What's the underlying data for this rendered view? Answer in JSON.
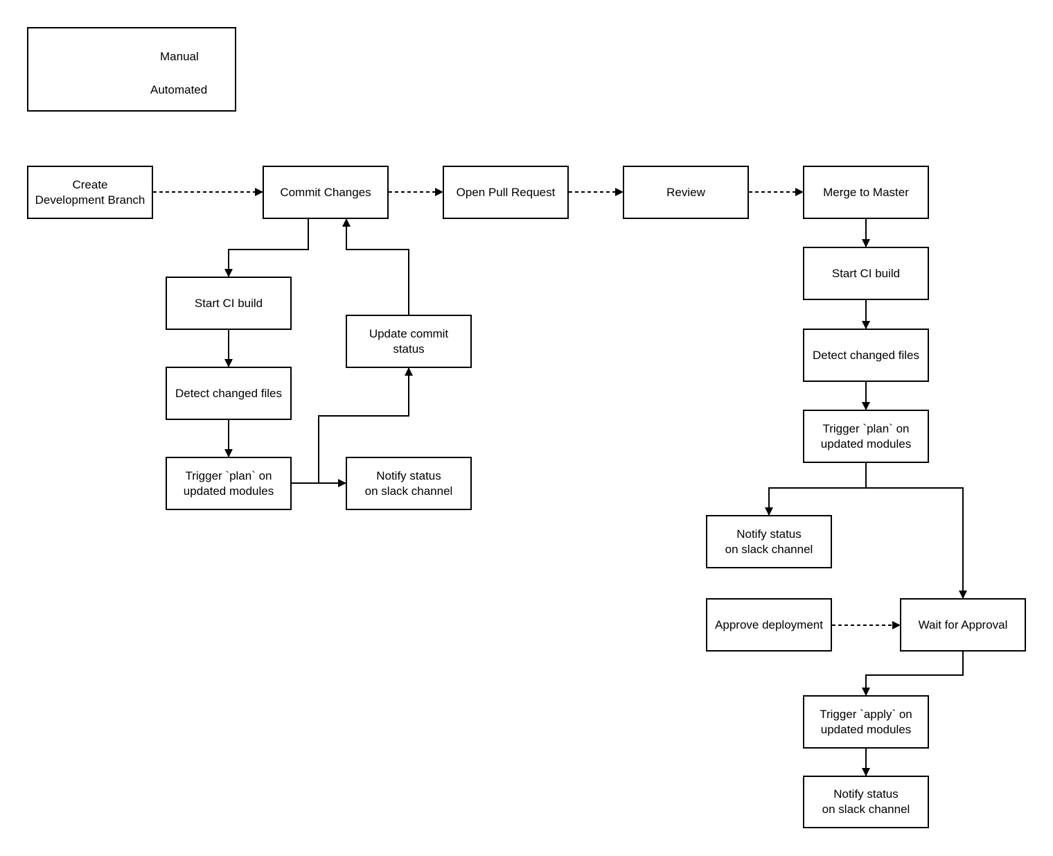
{
  "legend": {
    "manual_label": "Manual",
    "automated_label": "Automated"
  },
  "nodes": [
    {
      "id": "create-branch",
      "label": "Create\nDevelopment Branch"
    },
    {
      "id": "commit-changes",
      "label": "Commit Changes"
    },
    {
      "id": "open-pr",
      "label": "Open Pull Request"
    },
    {
      "id": "review",
      "label": "Review"
    },
    {
      "id": "merge-master",
      "label": "Merge to Master"
    },
    {
      "id": "start-ci-left",
      "label": "Start CI build"
    },
    {
      "id": "update-commit-status",
      "label": "Update commit\nstatus"
    },
    {
      "id": "detect-changes-left",
      "label": "Detect changed files"
    },
    {
      "id": "trigger-plan-left",
      "label": "Trigger `plan` on\nupdated modules"
    },
    {
      "id": "notify-left",
      "label": "Notify status\non slack channel"
    },
    {
      "id": "start-ci-right",
      "label": "Start CI build"
    },
    {
      "id": "detect-changes-right",
      "label": "Detect changed files"
    },
    {
      "id": "trigger-plan-right",
      "label": "Trigger `plan` on\nupdated modules"
    },
    {
      "id": "notify-mid",
      "label": "Notify status\non slack channel"
    },
    {
      "id": "approve-deployment",
      "label": "Approve deployment"
    },
    {
      "id": "wait-approval",
      "label": "Wait for Approval"
    },
    {
      "id": "trigger-apply",
      "label": "Trigger `apply` on\nupdated modules"
    },
    {
      "id": "notify-final",
      "label": "Notify status\non slack channel"
    }
  ]
}
